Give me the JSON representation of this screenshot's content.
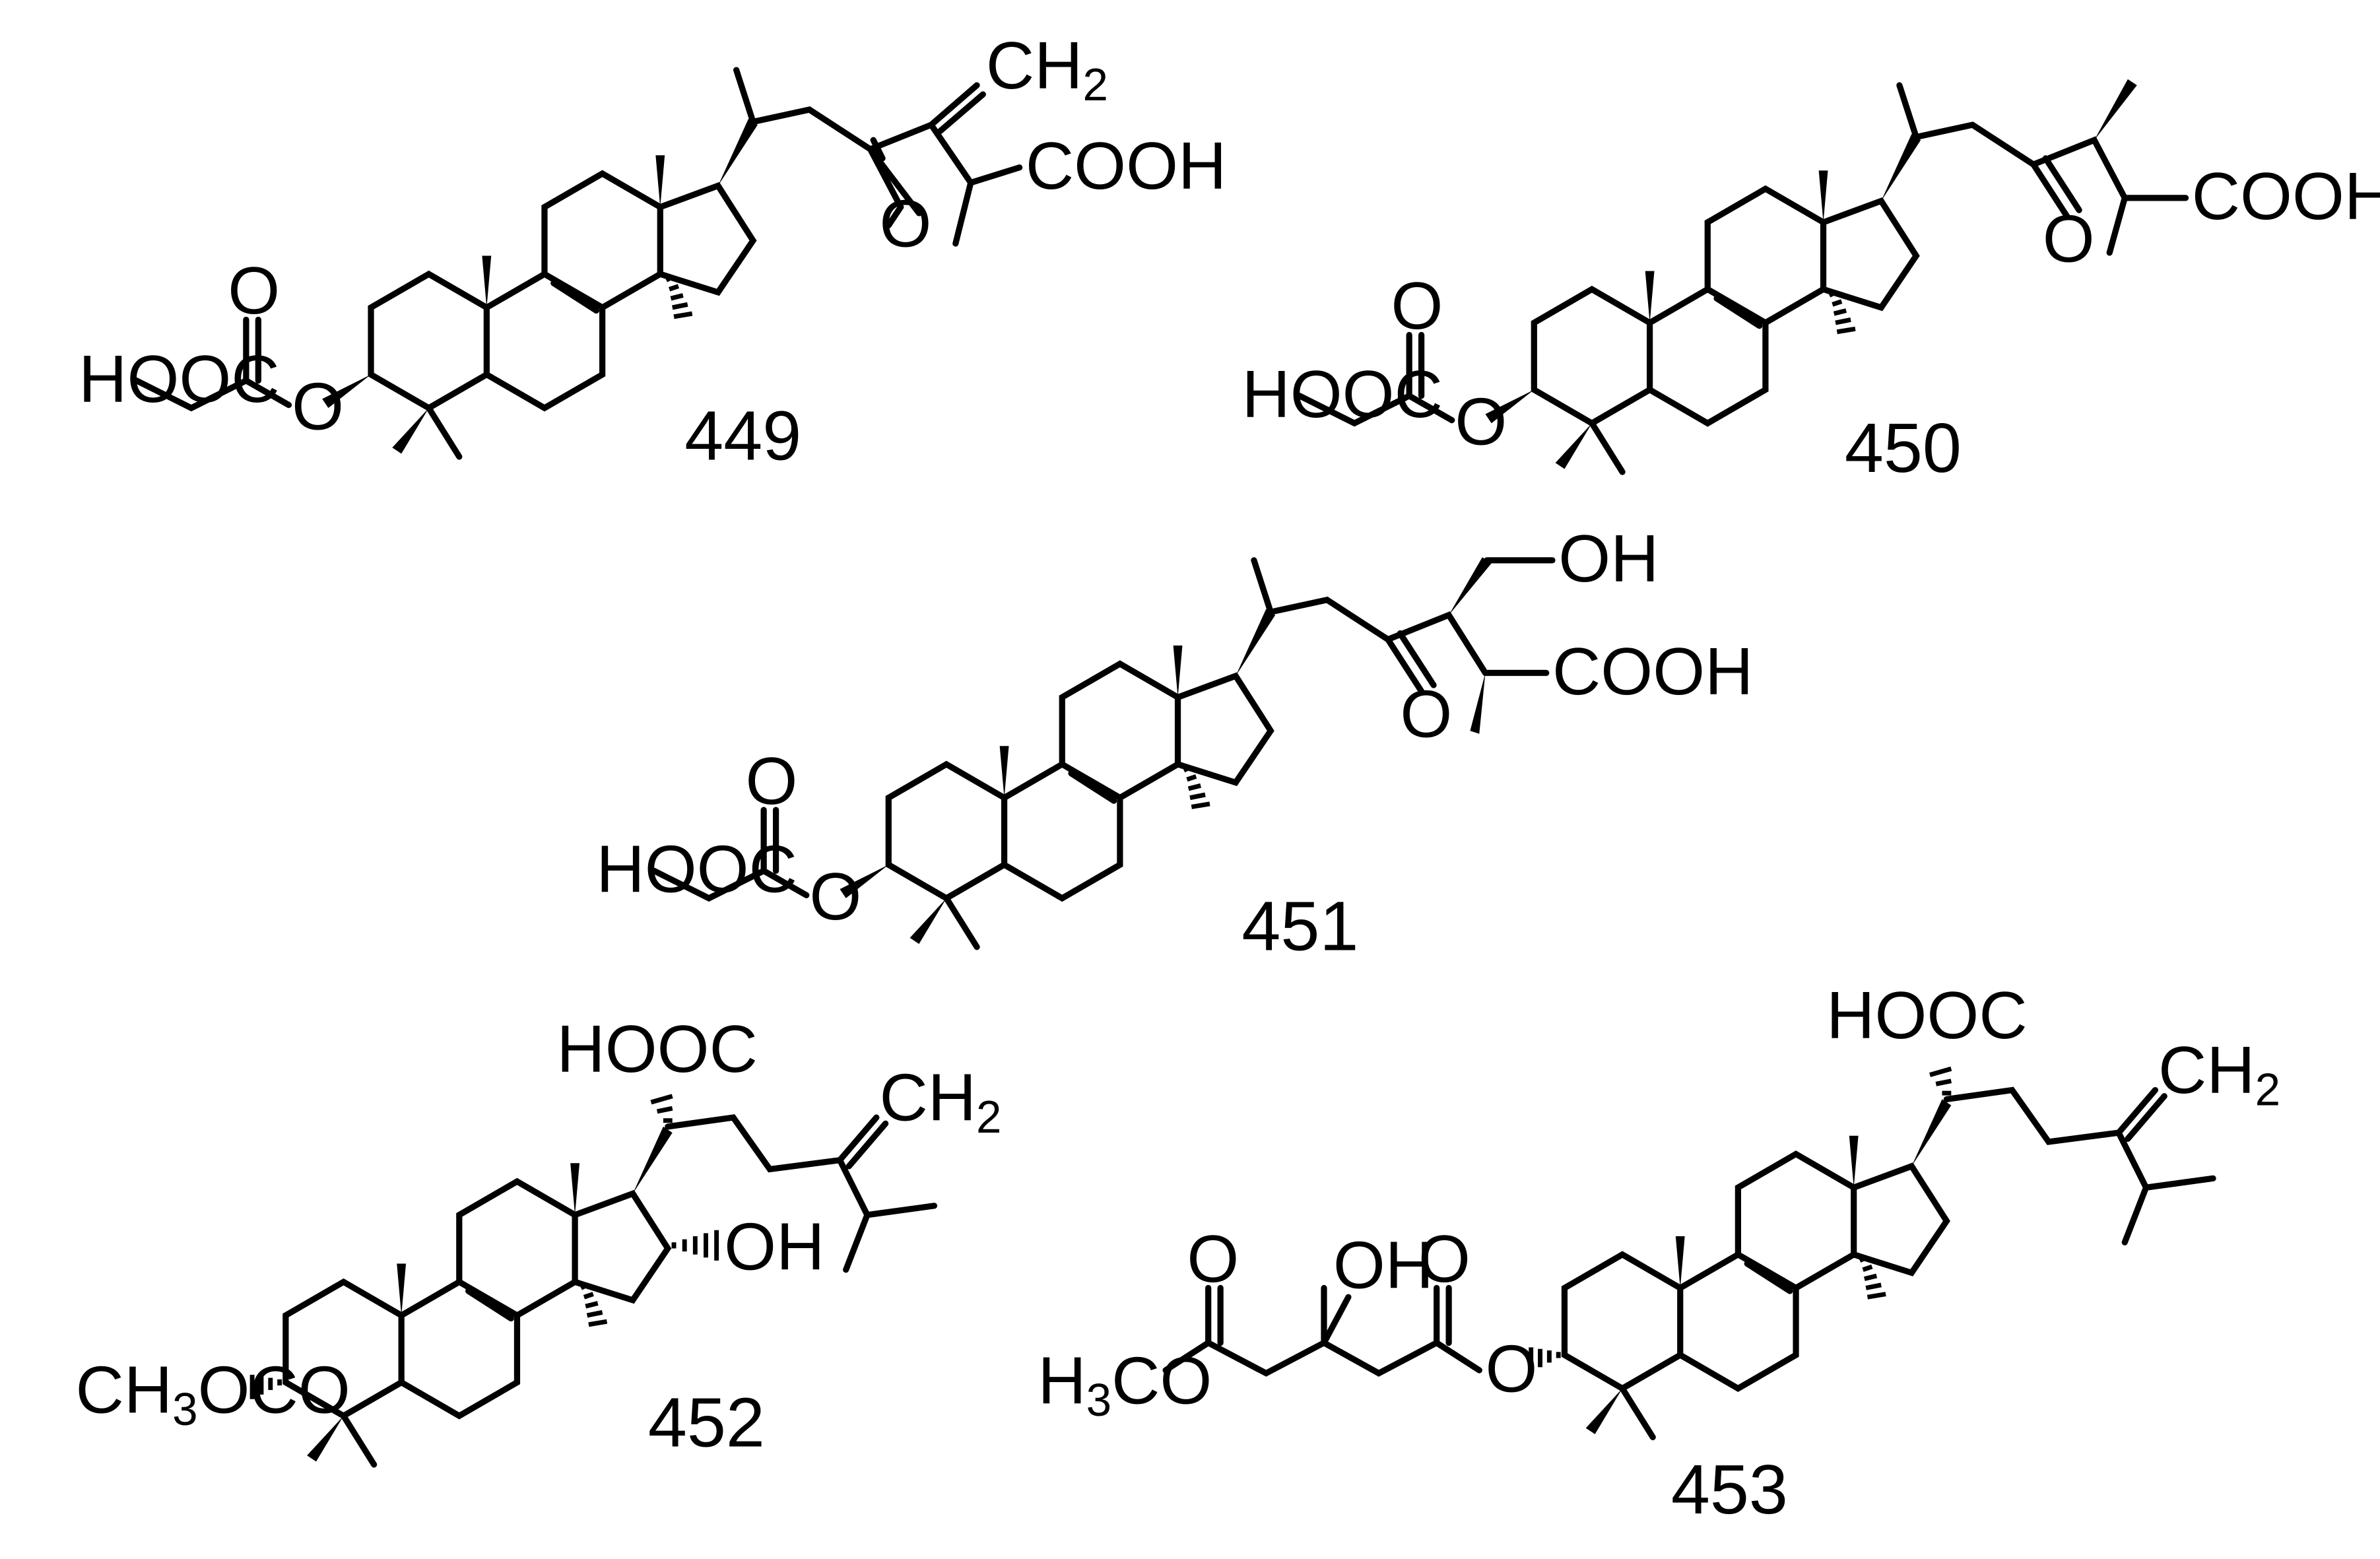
{
  "compounds": [
    {
      "number": "449",
      "labels": {
        "ch2": "CH",
        "ch2_sub": "2",
        "cooh": "COOH",
        "hooc": "HOOC",
        "oxo_side": "O",
        "oxo_ester": "O",
        "ester_o": "O"
      }
    },
    {
      "number": "450",
      "labels": {
        "cooh": "COOH",
        "hooc": "HOOC",
        "oxo_side": "O",
        "oxo_ester": "O",
        "ester_o": "O"
      }
    },
    {
      "number": "451",
      "labels": {
        "oh": "OH",
        "cooh": "COOH",
        "hooc": "HOOC",
        "oxo_side": "O",
        "oxo_ester": "O",
        "ester_o": "O"
      }
    },
    {
      "number": "452",
      "labels": {
        "hooc": "HOOC",
        "ch2": "CH",
        "ch2_sub": "2",
        "oh": "OH",
        "ester_a": "CH",
        "ester_sub": "3",
        "ester_b": "OCO"
      }
    },
    {
      "number": "453",
      "labels": {
        "hooc": "HOOC",
        "ch2": "CH",
        "ch2_sub": "2",
        "oh": "OH",
        "me_a": "H",
        "me_sub": "3",
        "me_b": "CO",
        "oxo_a": "O",
        "oxo_b": "O",
        "ester_o": "O"
      }
    }
  ]
}
